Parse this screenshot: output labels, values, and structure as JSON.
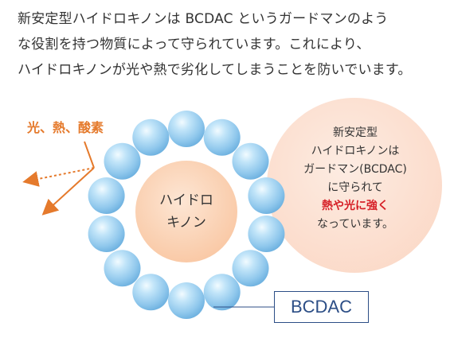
{
  "intro": {
    "lines": [
      "新安定型ハイドロキノンは BCDAC というガードマンのよう",
      "な役割を持つ物質によって守られています。これにより、",
      "ハイドロキノンが光や熱で劣化してしまうことを防いでいます。"
    ]
  },
  "diagram": {
    "threats_label": "光、熱、酸素",
    "core_label_line1": "ハイドロ",
    "core_label_line2": "キノン",
    "info": {
      "line1": "新安定型",
      "line2": "ハイドロキノンは",
      "line3": "ガードマン(BCDAC)",
      "line4": "に守られて",
      "emphasis": "熱や光に強く",
      "line6": "なっています。"
    },
    "legend_label": "BCDAC",
    "guard_count": 14
  },
  "colors": {
    "threat": "#e57a2c",
    "core": "#fbd2b5",
    "info_bubble": "#fce1d3",
    "guard": "#9dd0ef",
    "legend_border": "#2c4e86",
    "emphasis": "#d61f26"
  }
}
